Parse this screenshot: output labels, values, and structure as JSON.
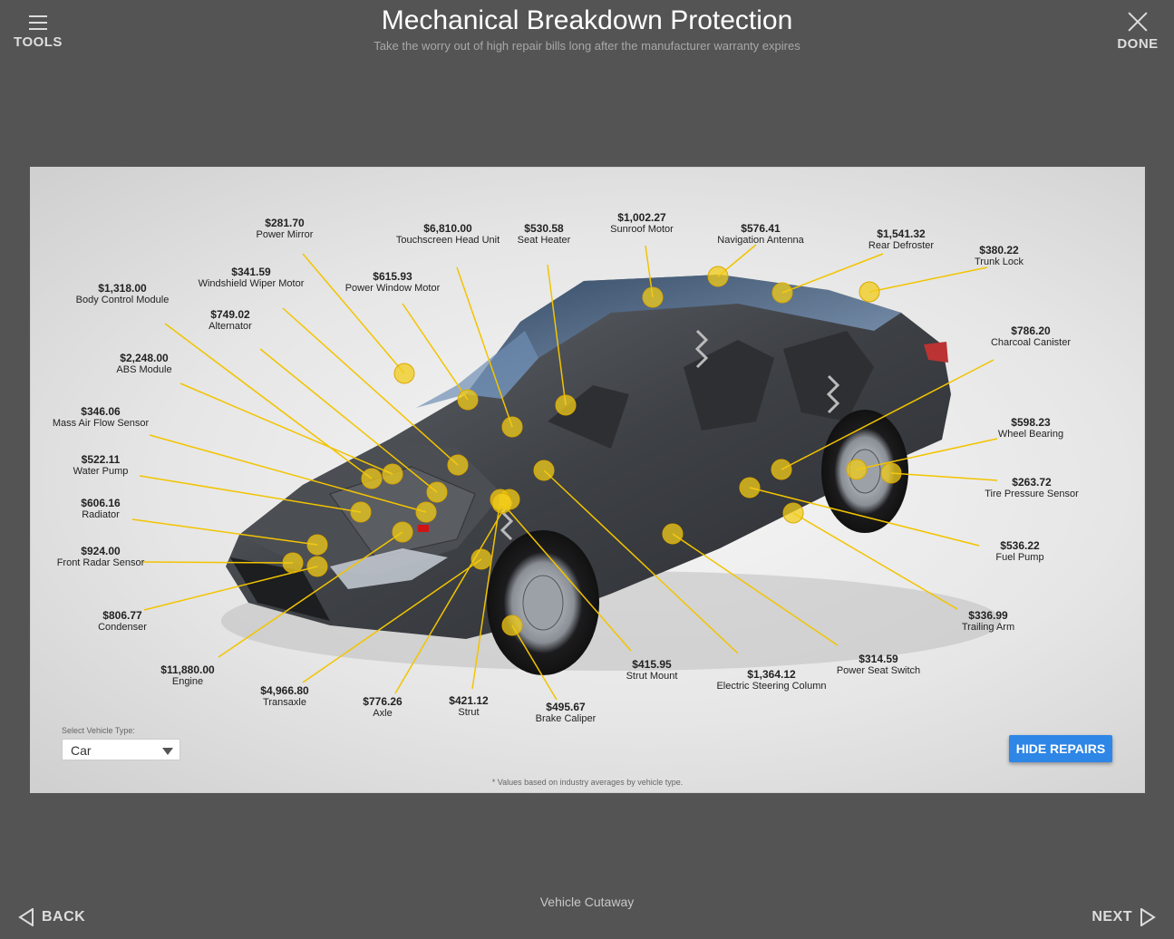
{
  "header": {
    "tools_label": "TOOLS",
    "done_label": "DONE",
    "title": "Mechanical Breakdown Protection",
    "subtitle": "Take the worry out of high repair bills long after the manufacturer warranty expires"
  },
  "panel": {
    "select_label": "Select Vehicle Type:",
    "select_value": "Car",
    "hide_button": "HIDE REPAIRS",
    "footnote": "* Values based on industry averages by vehicle type."
  },
  "repairs": [
    {
      "price": "$281.70",
      "name": "Power Mirror"
    },
    {
      "price": "$6,810.00",
      "name": "Touchscreen Head Unit"
    },
    {
      "price": "$530.58",
      "name": "Seat Heater"
    },
    {
      "price": "$1,002.27",
      "name": "Sunroof Motor"
    },
    {
      "price": "$576.41",
      "name": "Navigation Antenna"
    },
    {
      "price": "$1,541.32",
      "name": "Rear Defroster"
    },
    {
      "price": "$380.22",
      "name": "Trunk Lock"
    },
    {
      "price": "$341.59",
      "name": "Windshield Wiper Motor"
    },
    {
      "price": "$615.93",
      "name": "Power Window Motor"
    },
    {
      "price": "$1,318.00",
      "name": "Body Control Module"
    },
    {
      "price": "$749.02",
      "name": "Alternator"
    },
    {
      "price": "$2,248.00",
      "name": "ABS Module"
    },
    {
      "price": "$346.06",
      "name": "Mass Air Flow Sensor"
    },
    {
      "price": "$522.11",
      "name": "Water Pump"
    },
    {
      "price": "$606.16",
      "name": "Radiator"
    },
    {
      "price": "$924.00",
      "name": "Front Radar Sensor"
    },
    {
      "price": "$806.77",
      "name": "Condenser"
    },
    {
      "price": "$11,880.00",
      "name": "Engine"
    },
    {
      "price": "$4,966.80",
      "name": "Transaxle"
    },
    {
      "price": "$776.26",
      "name": "Axle"
    },
    {
      "price": "$421.12",
      "name": "Strut"
    },
    {
      "price": "$495.67",
      "name": "Brake Caliper"
    },
    {
      "price": "$415.95",
      "name": "Strut Mount"
    },
    {
      "price": "$1,364.12",
      "name": "Electric Steering Column"
    },
    {
      "price": "$314.59",
      "name": "Power Seat Switch"
    },
    {
      "price": "$336.99",
      "name": "Trailing Arm"
    },
    {
      "price": "$536.22",
      "name": "Fuel Pump"
    },
    {
      "price": "$263.72",
      "name": "Tire Pressure Sensor"
    },
    {
      "price": "$598.23",
      "name": "Wheel Bearing"
    },
    {
      "price": "$786.20",
      "name": "Charcoal Canister"
    }
  ],
  "footer": {
    "back_label": "BACK",
    "next_label": "NEXT",
    "section_label": "Vehicle Cutaway"
  },
  "colors": {
    "background": "#545454",
    "accent_button": "#2e86e6",
    "hotspot": "#f2cc1a",
    "leader_line": "#f2c400"
  }
}
